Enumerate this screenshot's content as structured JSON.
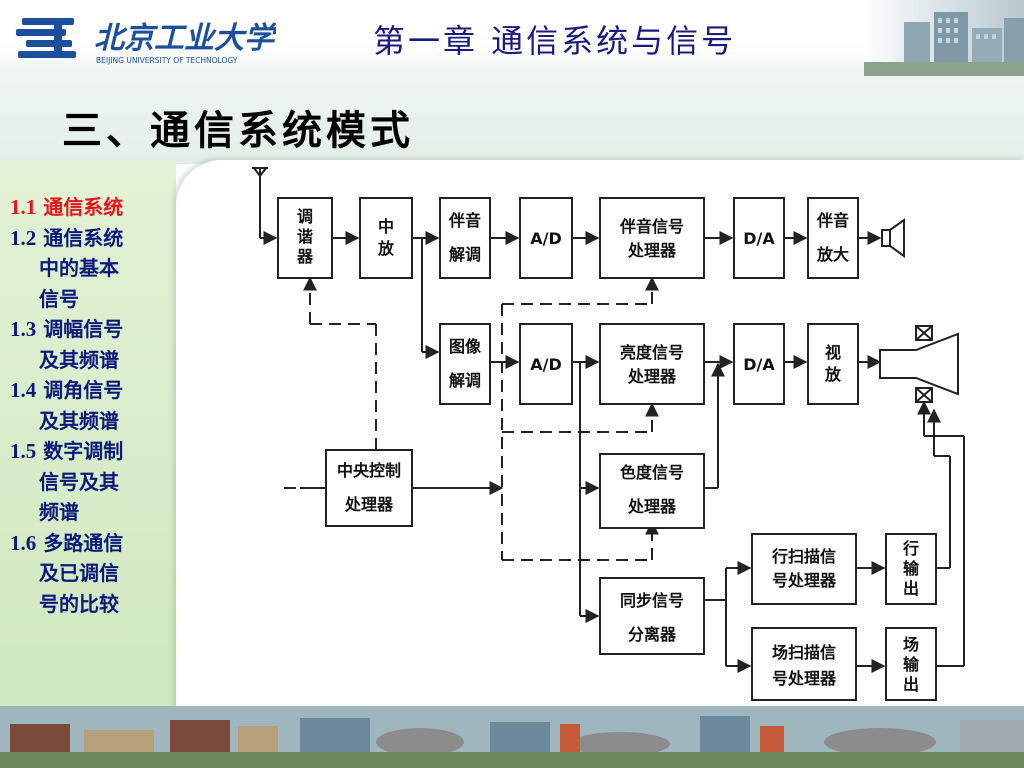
{
  "header": {
    "chapter_title": "第一章  通信系统与信号",
    "logo": {
      "name_cn": "北京工业大学",
      "name_en": "BEIJING UNIVERSITY OF TECHNOLOGY",
      "icon": "university-emblem-icon"
    }
  },
  "section_title": "三、通信系统模式",
  "toc": [
    {
      "num": "1.1",
      "lines": [
        "通信系统"
      ],
      "active": true
    },
    {
      "num": "1.2",
      "lines": [
        "通信系统",
        "中的基本",
        "信号"
      ],
      "active": false
    },
    {
      "num": "1.3",
      "lines": [
        "调幅信号",
        "及其频谱"
      ],
      "active": false
    },
    {
      "num": "1.4",
      "lines": [
        "调角信号",
        "及其频谱"
      ],
      "active": false
    },
    {
      "num": "1.5",
      "lines": [
        "数字调制",
        "信号及其",
        "频谱"
      ],
      "active": false
    },
    {
      "num": "1.6",
      "lines": [
        "多路通信",
        "及已调信",
        "号的比较"
      ],
      "active": false
    }
  ],
  "diagram": {
    "blocks": {
      "tuner": [
        "调",
        "谐",
        "器"
      ],
      "if_amp": [
        "中",
        "放"
      ],
      "sound_demod": [
        "伴音",
        "解调"
      ],
      "ad_sound": "A/D",
      "sound_proc": [
        "伴音信号",
        "处理器"
      ],
      "da_sound": "D/A",
      "sound_amp": [
        "伴音",
        "放大"
      ],
      "video_demod": [
        "图像",
        "解调"
      ],
      "ad_video": "A/D",
      "luma_proc": [
        "亮度信号",
        "处理器"
      ],
      "da_video": "D/A",
      "video_amp": [
        "视",
        "放"
      ],
      "cpu": [
        "中央控制",
        "处理器"
      ],
      "chroma_proc": [
        "色度信号",
        "处理器"
      ],
      "sync_sep": [
        "同步信号",
        "分离器"
      ],
      "h_scan": [
        "行扫描信",
        "号处理器"
      ],
      "h_out": [
        "行",
        "输",
        "出"
      ],
      "v_scan": [
        "场扫描信",
        "号处理器"
      ],
      "v_out": [
        "场",
        "输",
        "出"
      ]
    },
    "icons": [
      "antenna-icon",
      "speaker-icon",
      "crt-tube-icon",
      "deflection-coil-icon"
    ]
  },
  "colors": {
    "title_blue": "#1a1a80",
    "toc_blue": "#0b1a7a",
    "toc_active": "#e8141a",
    "sidebar_green": "#d8edc9"
  }
}
